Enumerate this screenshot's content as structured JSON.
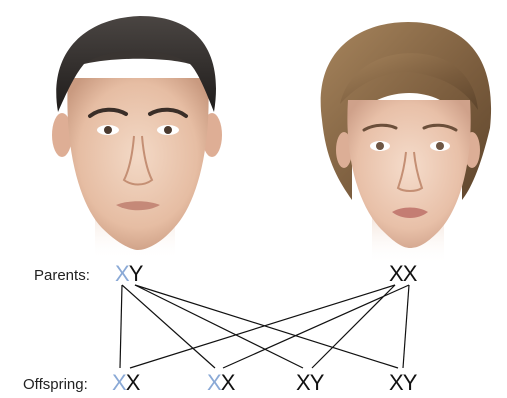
{
  "diagram": {
    "parents_label": "Parents:",
    "offspring_label": "Offspring:",
    "colors": {
      "x_from_father": "#8aa9d6",
      "default": "#111111",
      "lines": "#111111"
    },
    "parents": [
      {
        "name": "father",
        "chromosomes": [
          {
            "letter": "X",
            "highlight": true
          },
          {
            "letter": "Y",
            "highlight": false
          }
        ]
      },
      {
        "name": "mother",
        "chromosomes": [
          {
            "letter": "X",
            "highlight": false
          },
          {
            "letter": "X",
            "highlight": false
          }
        ]
      }
    ],
    "offspring": [
      {
        "chromosomes": [
          {
            "letter": "X",
            "highlight": true
          },
          {
            "letter": "X",
            "highlight": false
          }
        ]
      },
      {
        "chromosomes": [
          {
            "letter": "X",
            "highlight": true
          },
          {
            "letter": "X",
            "highlight": false
          }
        ]
      },
      {
        "chromosomes": [
          {
            "letter": "X",
            "highlight": false
          },
          {
            "letter": "Y",
            "highlight": false
          }
        ]
      },
      {
        "chromosomes": [
          {
            "letter": "X",
            "highlight": false
          },
          {
            "letter": "Y",
            "highlight": false
          }
        ]
      }
    ]
  }
}
